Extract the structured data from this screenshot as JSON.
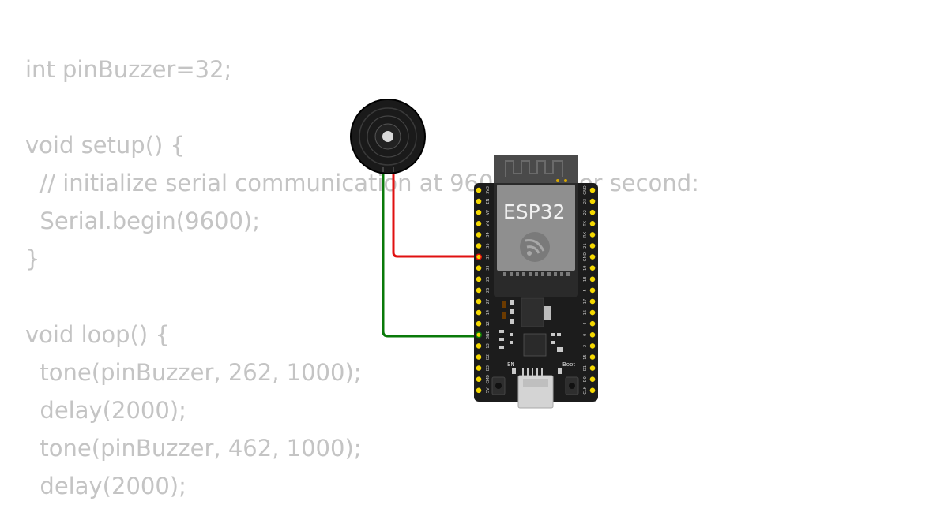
{
  "code": {
    "lines": [
      "int pinBuzzer=32;",
      "",
      "void setup() {",
      "  // initialize serial communication at 9600 bits per second:",
      "  Serial.begin(9600);",
      "}",
      "",
      "void loop() {",
      "  tone(pinBuzzer, 262, 1000);",
      "  delay(2000);",
      "  tone(pinBuzzer, 462, 1000);",
      "  delay(2000);"
    ]
  },
  "board": {
    "label": "ESP32",
    "en_label": "EN",
    "boot_label": "Boot",
    "left_pins": [
      "3V3",
      "EN",
      "VP",
      "VN",
      "34",
      "35",
      "32",
      "33",
      "25",
      "26",
      "27",
      "14",
      "12",
      "GND",
      "13",
      "D2",
      "D3",
      "CMD",
      "5V"
    ],
    "right_pins": [
      "GND",
      "23",
      "22",
      "TX",
      "RX",
      "21",
      "GND",
      "19",
      "18",
      "5",
      "17",
      "16",
      "4",
      "0",
      "2",
      "15",
      "D1",
      "D0",
      "CLK"
    ]
  },
  "colors": {
    "wire_signal": "#e01010",
    "wire_ground": "#0a7a0a",
    "board": "#1c1c1c",
    "pin": "#f5d800",
    "code_text": "#c4c4c4"
  }
}
